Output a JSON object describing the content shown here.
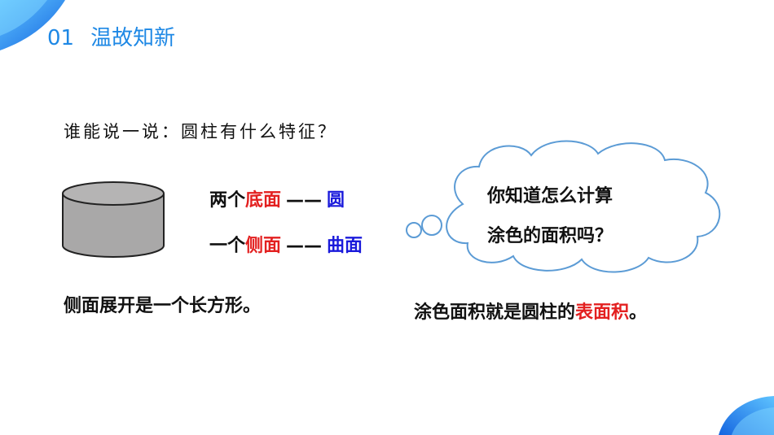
{
  "header": {
    "number": "01",
    "title": "温故知新"
  },
  "question": "谁能说一说：圆柱有什么特征？",
  "features": {
    "line1": {
      "prefix": "两个",
      "term": "底面",
      "dash": "——",
      "value": "圆"
    },
    "line2": {
      "prefix": "一个",
      "term": "侧面",
      "dash": "——",
      "value": "曲面"
    }
  },
  "statement": "侧面展开是一个长方形。",
  "bubble": {
    "line1": "你知道怎么计算",
    "line2": "涂色的面积吗？"
  },
  "answer": {
    "prefix": "涂色面积就是圆柱的",
    "highlight": "表面积",
    "suffix": "。"
  },
  "colors": {
    "accent": "#1e88e5",
    "highlight_red": "#e32020",
    "highlight_blue": "#1a1adb",
    "cylinder_fill": "#a9a8a8"
  }
}
